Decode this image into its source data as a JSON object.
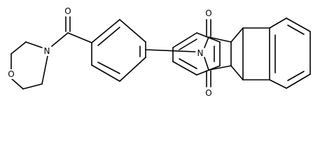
{
  "molecule": {
    "atom_labels": {
      "morpholine_oxygen": "O",
      "morpholine_nitrogen": "N",
      "amide_carbonyl_oxygen": "O",
      "imide_nitrogen": "N",
      "imide_carbonyl_oxygen_top": "O",
      "imide_carbonyl_oxygen_bottom": "O"
    },
    "colors": {
      "bond": "#000000",
      "label": "#000000",
      "background": "#ffffff"
    }
  }
}
